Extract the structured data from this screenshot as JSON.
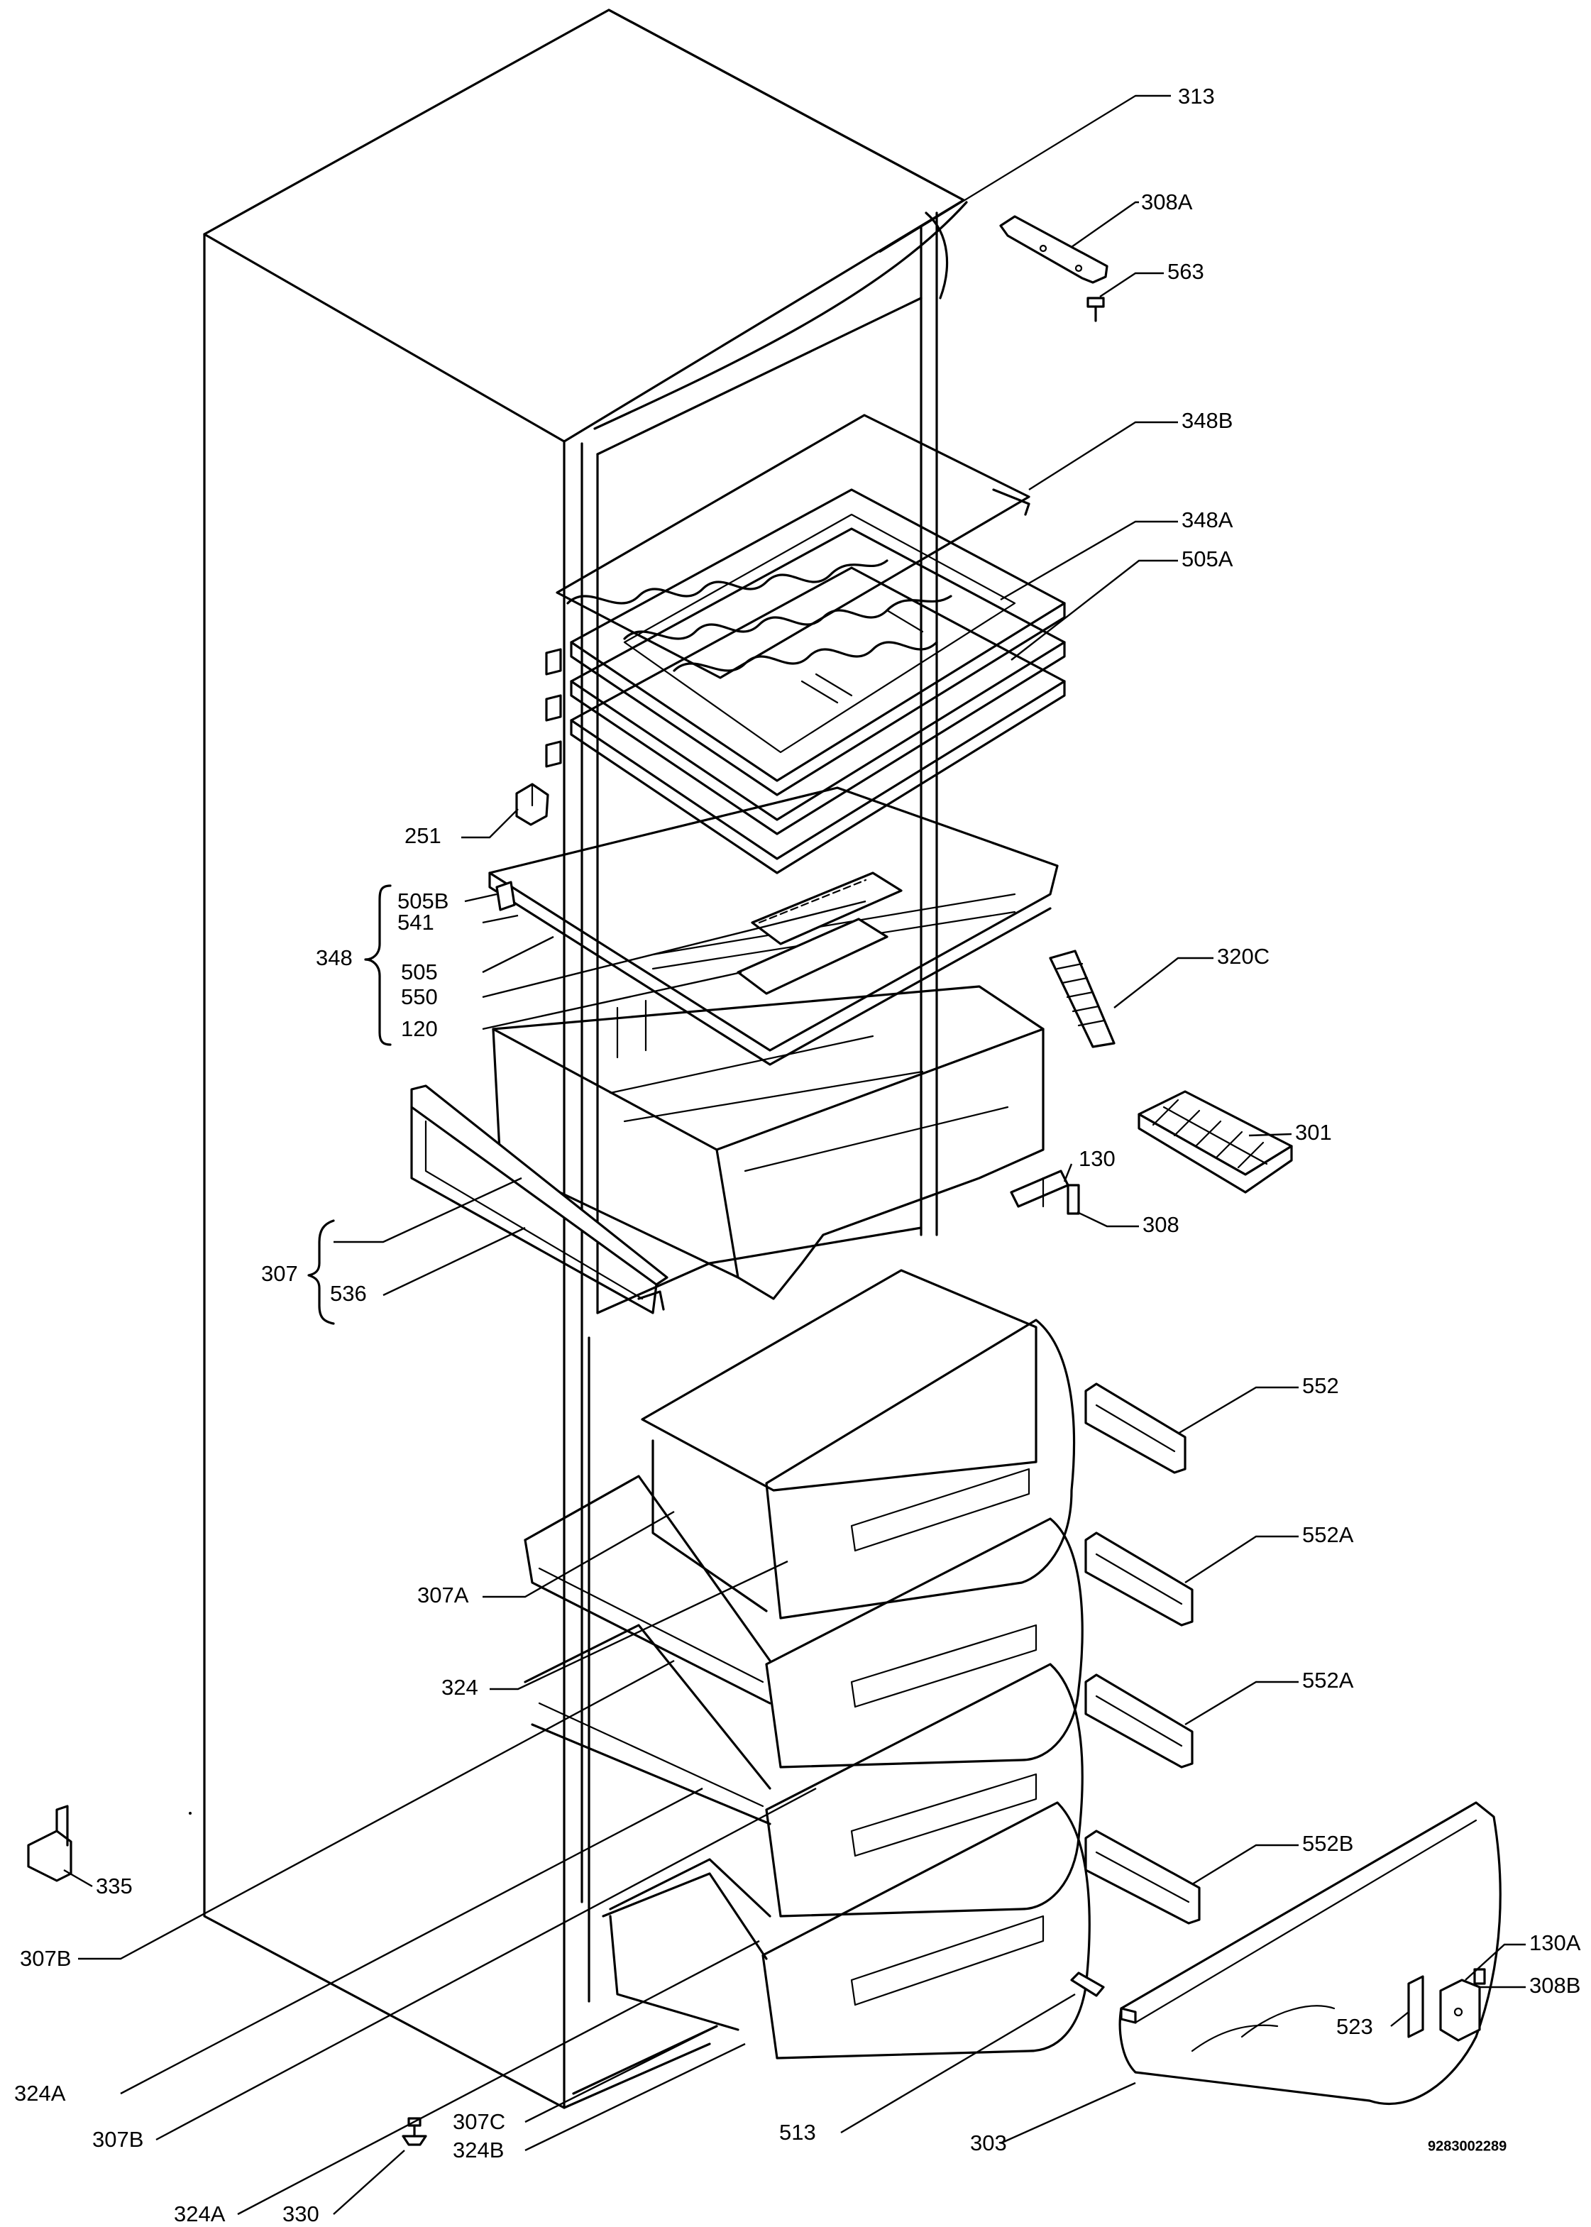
{
  "callouts": {
    "c313": "313",
    "c308A": "308A",
    "c563": "563",
    "c348B": "348B",
    "c348A": "348A",
    "c505A": "505A",
    "c251": "251",
    "c505B": "505B",
    "c541": "541",
    "c348": "348",
    "c505": "505",
    "c550": "550",
    "c120": "120",
    "c320C": "320C",
    "c301": "301",
    "c130": "130",
    "c308": "308",
    "c307": "307",
    "c536": "536",
    "c552": "552",
    "c552A_1": "552A",
    "c307A": "307A",
    "c324": "324",
    "c552A_2": "552A",
    "c335": "335",
    "c552B": "552B",
    "c307B_1": "307B",
    "c130A": "130A",
    "c308B": "308B",
    "c523": "523",
    "c324A_1": "324A",
    "c307B_2": "307B",
    "c307C": "307C",
    "c513": "513",
    "c303": "303",
    "c324A_2": "324A",
    "c324B": "324B",
    "c330": "330"
  },
  "reference_number": "9283002289"
}
